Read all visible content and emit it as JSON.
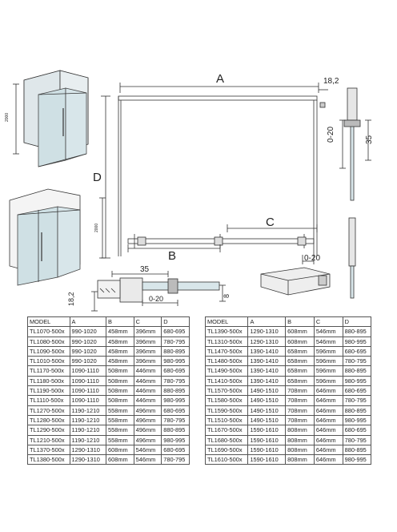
{
  "labels": {
    "dim_a": "A",
    "dim_b": "B",
    "dim_c": "C",
    "dim_d": "D",
    "top_right_value": "18,2",
    "side_height": "0-20",
    "side_depth": "35",
    "bottom_gap": "0-20",
    "section_width": "35",
    "section_offset": "0-20",
    "section_height": "18,2",
    "section_thickness": "8",
    "iso_height_top": "2000",
    "iso_height_bottom": "2000"
  },
  "table_left": {
    "headers": [
      "MODEL",
      "A",
      "B",
      "C",
      "D"
    ],
    "rows": [
      [
        "TL1070-500x",
        "990-1020",
        "458mm",
        "396mm",
        "680-695"
      ],
      [
        "TL1080-500x",
        "990-1020",
        "458mm",
        "396mm",
        "780-795"
      ],
      [
        "TL1090-500x",
        "990-1020",
        "458mm",
        "396mm",
        "880-895"
      ],
      [
        "TL1010-500x",
        "990-1020",
        "458mm",
        "396mm",
        "980-995"
      ],
      [
        "TL1170-500x",
        "1090-1110",
        "508mm",
        "446mm",
        "680-695"
      ],
      [
        "TL1180-500x",
        "1090-1110",
        "508mm",
        "446mm",
        "780-795"
      ],
      [
        "TL1190-500x",
        "1090-1110",
        "508mm",
        "446mm",
        "880-895"
      ],
      [
        "TL1110-500x",
        "1090-1110",
        "508mm",
        "446mm",
        "980-995"
      ],
      [
        "TL1270-500x",
        "1190-1210",
        "558mm",
        "496mm",
        "680-695"
      ],
      [
        "TL1280-500x",
        "1190-1210",
        "558mm",
        "496mm",
        "780-795"
      ],
      [
        "TL1290-500x",
        "1190-1210",
        "558mm",
        "496mm",
        "880-895"
      ],
      [
        "TL1210-500x",
        "1190-1210",
        "558mm",
        "496mm",
        "980-995"
      ],
      [
        "TL1370-500x",
        "1290-1310",
        "608mm",
        "546mm",
        "680-695"
      ],
      [
        "TL1380-500x",
        "1290-1310",
        "608mm",
        "546mm",
        "780-795"
      ]
    ]
  },
  "table_right": {
    "headers": [
      "MODEL",
      "A",
      "B",
      "C",
      "D"
    ],
    "rows": [
      [
        "TL1390-500x",
        "1290-1310",
        "608mm",
        "546mm",
        "880-895"
      ],
      [
        "TL1310-500x",
        "1290-1310",
        "608mm",
        "546mm",
        "980-995"
      ],
      [
        "TL1470-500x",
        "1390-1410",
        "658mm",
        "596mm",
        "680-695"
      ],
      [
        "TL1480-500x",
        "1390-1410",
        "658mm",
        "596mm",
        "780-795"
      ],
      [
        "TL1490-500x",
        "1390-1410",
        "658mm",
        "596mm",
        "880-895"
      ],
      [
        "TL1410-500x",
        "1390-1410",
        "658mm",
        "596mm",
        "980-995"
      ],
      [
        "TL1570-500x",
        "1490-1510",
        "708mm",
        "646mm",
        "680-695"
      ],
      [
        "TL1580-500x",
        "1490-1510",
        "708mm",
        "646mm",
        "780-795"
      ],
      [
        "TL1590-500x",
        "1490-1510",
        "708mm",
        "646mm",
        "880-895"
      ],
      [
        "TL1510-500x",
        "1490-1510",
        "708mm",
        "646mm",
        "980-995"
      ],
      [
        "TL1670-500x",
        "1590-1610",
        "808mm",
        "646mm",
        "680-695"
      ],
      [
        "TL1680-500x",
        "1590-1610",
        "808mm",
        "646mm",
        "780-795"
      ],
      [
        "TL1690-500x",
        "1590-1610",
        "808mm",
        "646mm",
        "880-895"
      ],
      [
        "TL1610-500x",
        "1590-1610",
        "808mm",
        "646mm",
        "980-995"
      ]
    ]
  }
}
